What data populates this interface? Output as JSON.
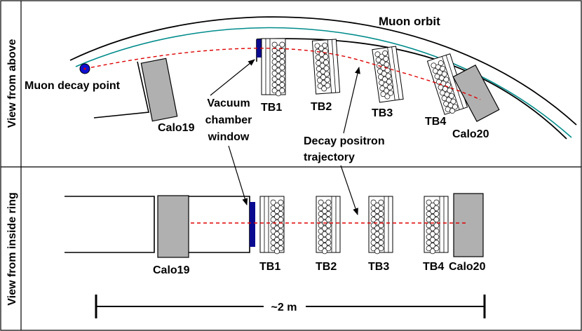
{
  "panels": {
    "top": {
      "side_label": "View from above"
    },
    "bottom": {
      "side_label": "View from inside ring"
    }
  },
  "labels": {
    "muon_orbit": "Muon orbit",
    "muon_decay_point": "Muon decay point",
    "vacuum_window": [
      "Vacuum",
      "chamber",
      "window"
    ],
    "positron_trajectory": [
      "Decay positron",
      "trajectory"
    ],
    "calo19_top": "Calo19",
    "calo20_top": "Calo20",
    "tb_top": [
      "TB1",
      "TB2",
      "TB3",
      "TB4"
    ],
    "calo19_bottom": "Calo19",
    "calo20_bottom": "Calo20",
    "tb_bottom": [
      "TB1",
      "TB2",
      "TB3",
      "TB4"
    ],
    "scale": "~2 m"
  },
  "colors": {
    "orbit_line": "#008b8b",
    "trajectory": "#e00000",
    "decay_point": "#1010d0",
    "window": "#0a0a90",
    "calorimeter": "#b0b0b0"
  }
}
